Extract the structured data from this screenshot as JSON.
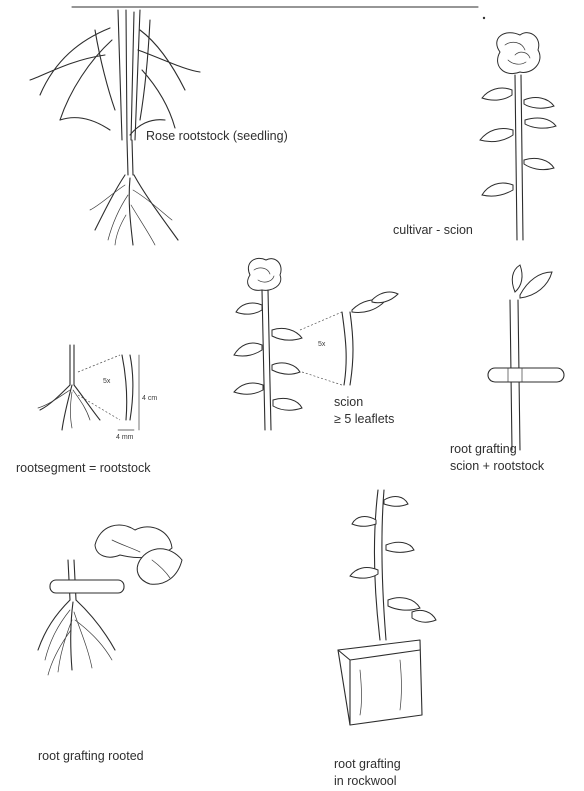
{
  "labels": {
    "rootstock_seedling": "Rose rootstock (seedling)",
    "cultivar_scion": "cultivar - scion",
    "rootsegment": "rootsegment = rootstock",
    "scion_line1": "scion",
    "scion_line2": "≥ 5 leaflets",
    "root_grafting_line1": "root grafting",
    "root_grafting_line2": "scion + rootstock",
    "rooted": "root grafting rooted",
    "rockwool_line1": "root grafting",
    "rockwool_line2": "in rockwool"
  },
  "annotations": {
    "mag_root": "5x",
    "height_root": "4 cm",
    "width_root": "4 mm",
    "mag_scion": "5x"
  }
}
